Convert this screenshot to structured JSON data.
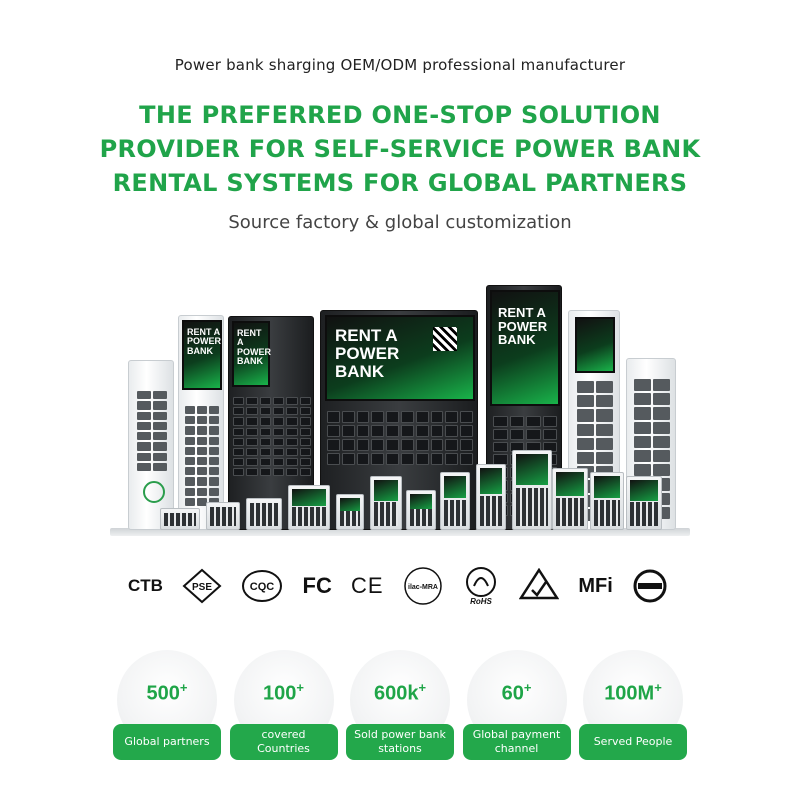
{
  "header": {
    "tagline": "Power bank sharging OEM/ODM professional manufacturer",
    "headline_lines": [
      "THE PREFERRED ONE-STOP SOLUTION",
      "PROVIDER FOR SELF-SERVICE POWER BANK",
      "RENTAL SYSTEMS FOR GLOBAL PARTNERS"
    ],
    "subline": "Source factory & global customization"
  },
  "products": {
    "screen_text_1": "RENT A POWER BANK",
    "screen_text_2": "RENT A POWER BANK",
    "screen_text_3": "RENT A POWER BANK",
    "screen_text_4": "RENT A POWER BANK",
    "icons": [
      "power-bank-station-icon"
    ]
  },
  "certifications": [
    {
      "label": "CTB",
      "icon": "ctb-logo"
    },
    {
      "label": "PSE",
      "icon": "pse-mark"
    },
    {
      "label": "CQC",
      "icon": "cqc-mark"
    },
    {
      "label": "FC",
      "icon": "fcc-logo"
    },
    {
      "label": "CE",
      "icon": "ce-mark"
    },
    {
      "label": "ilac-MRA",
      "icon": "ilac-mra-mark"
    },
    {
      "label": "RoHS",
      "icon": "rohs-mark"
    },
    {
      "label": "",
      "icon": "rcm-mark"
    },
    {
      "label": "MFi",
      "icon": "mfi-logo"
    },
    {
      "label": "",
      "icon": "bsmi-mark"
    }
  ],
  "stats": [
    {
      "value": "500",
      "suffix": "+",
      "label": "Global partners"
    },
    {
      "value": "100",
      "suffix": "+",
      "label": "covered Countries"
    },
    {
      "value": "600k",
      "suffix": "+",
      "label": "Sold power bank stations"
    },
    {
      "value": "60",
      "suffix": "+",
      "label": "Global payment channel"
    },
    {
      "value": "100M",
      "suffix": "+",
      "label": "Served People"
    }
  ],
  "colors": {
    "accent_green": "#20a44a",
    "label_green": "#23a84b"
  }
}
